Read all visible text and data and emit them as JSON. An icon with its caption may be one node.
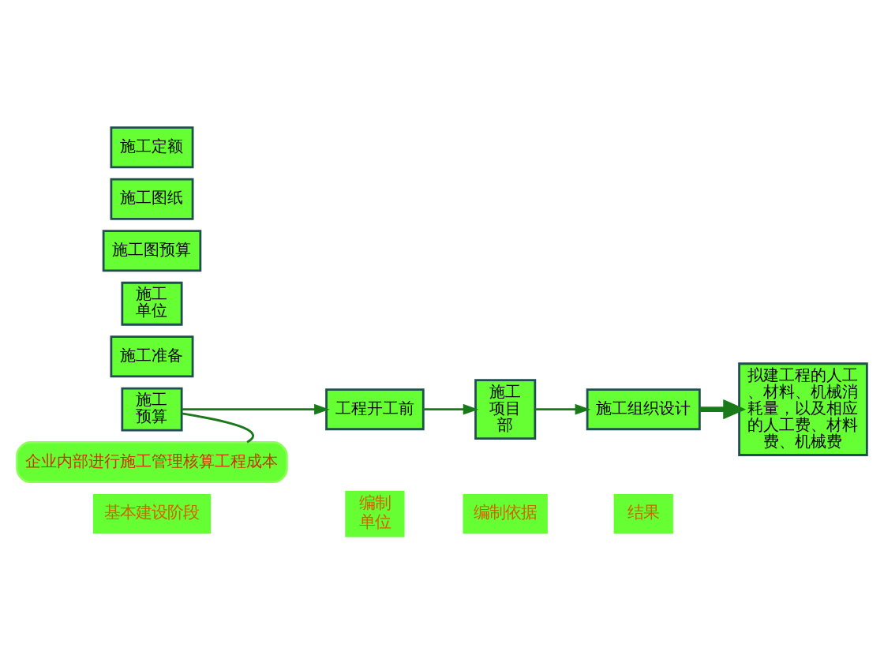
{
  "diagram": {
    "nodes": [
      {
        "text": [
          "基本建设阶段"
        ]
      },
      {
        "text": [
          "编制单位"
        ]
      },
      {
        "text": [
          "编制依据"
        ]
      },
      {
        "text": [
          "结果"
        ]
      },
      {
        "text": [
          "施工预算"
        ]
      },
      {
        "text": [
          "施工准备"
        ]
      },
      {
        "text": [
          "工程开工前"
        ]
      },
      {
        "text": [
          "施工单位"
        ]
      },
      {
        "text": [
          "施工项目部"
        ]
      },
      {
        "text": [
          "施工图预算"
        ]
      },
      {
        "text": [
          "施工图纸"
        ]
      },
      {
        "text": [
          "施工组织设计"
        ]
      },
      {
        "text": [
          "施工定额"
        ]
      },
      {
        "text": [
          "拟建工程的人工、材料、机械消耗量，以及相应的人工费、材料费、机械费"
        ]
      },
      {
        "text": [
          "企业内部进行施工管理核算工程成本"
        ]
      }
    ],
    "edges": [
      {
        "from": 4,
        "to": 6,
        "arrow": "to"
      },
      {
        "from": 6,
        "to": 8,
        "arrow": "to"
      },
      {
        "from": 8,
        "to": 11,
        "arrow": "to"
      },
      {
        "from": 11,
        "to": 13,
        "arrow": "to",
        "style": "thick"
      },
      {
        "from": 14,
        "to": 4,
        "arrow": "none"
      }
    ]
  }
}
